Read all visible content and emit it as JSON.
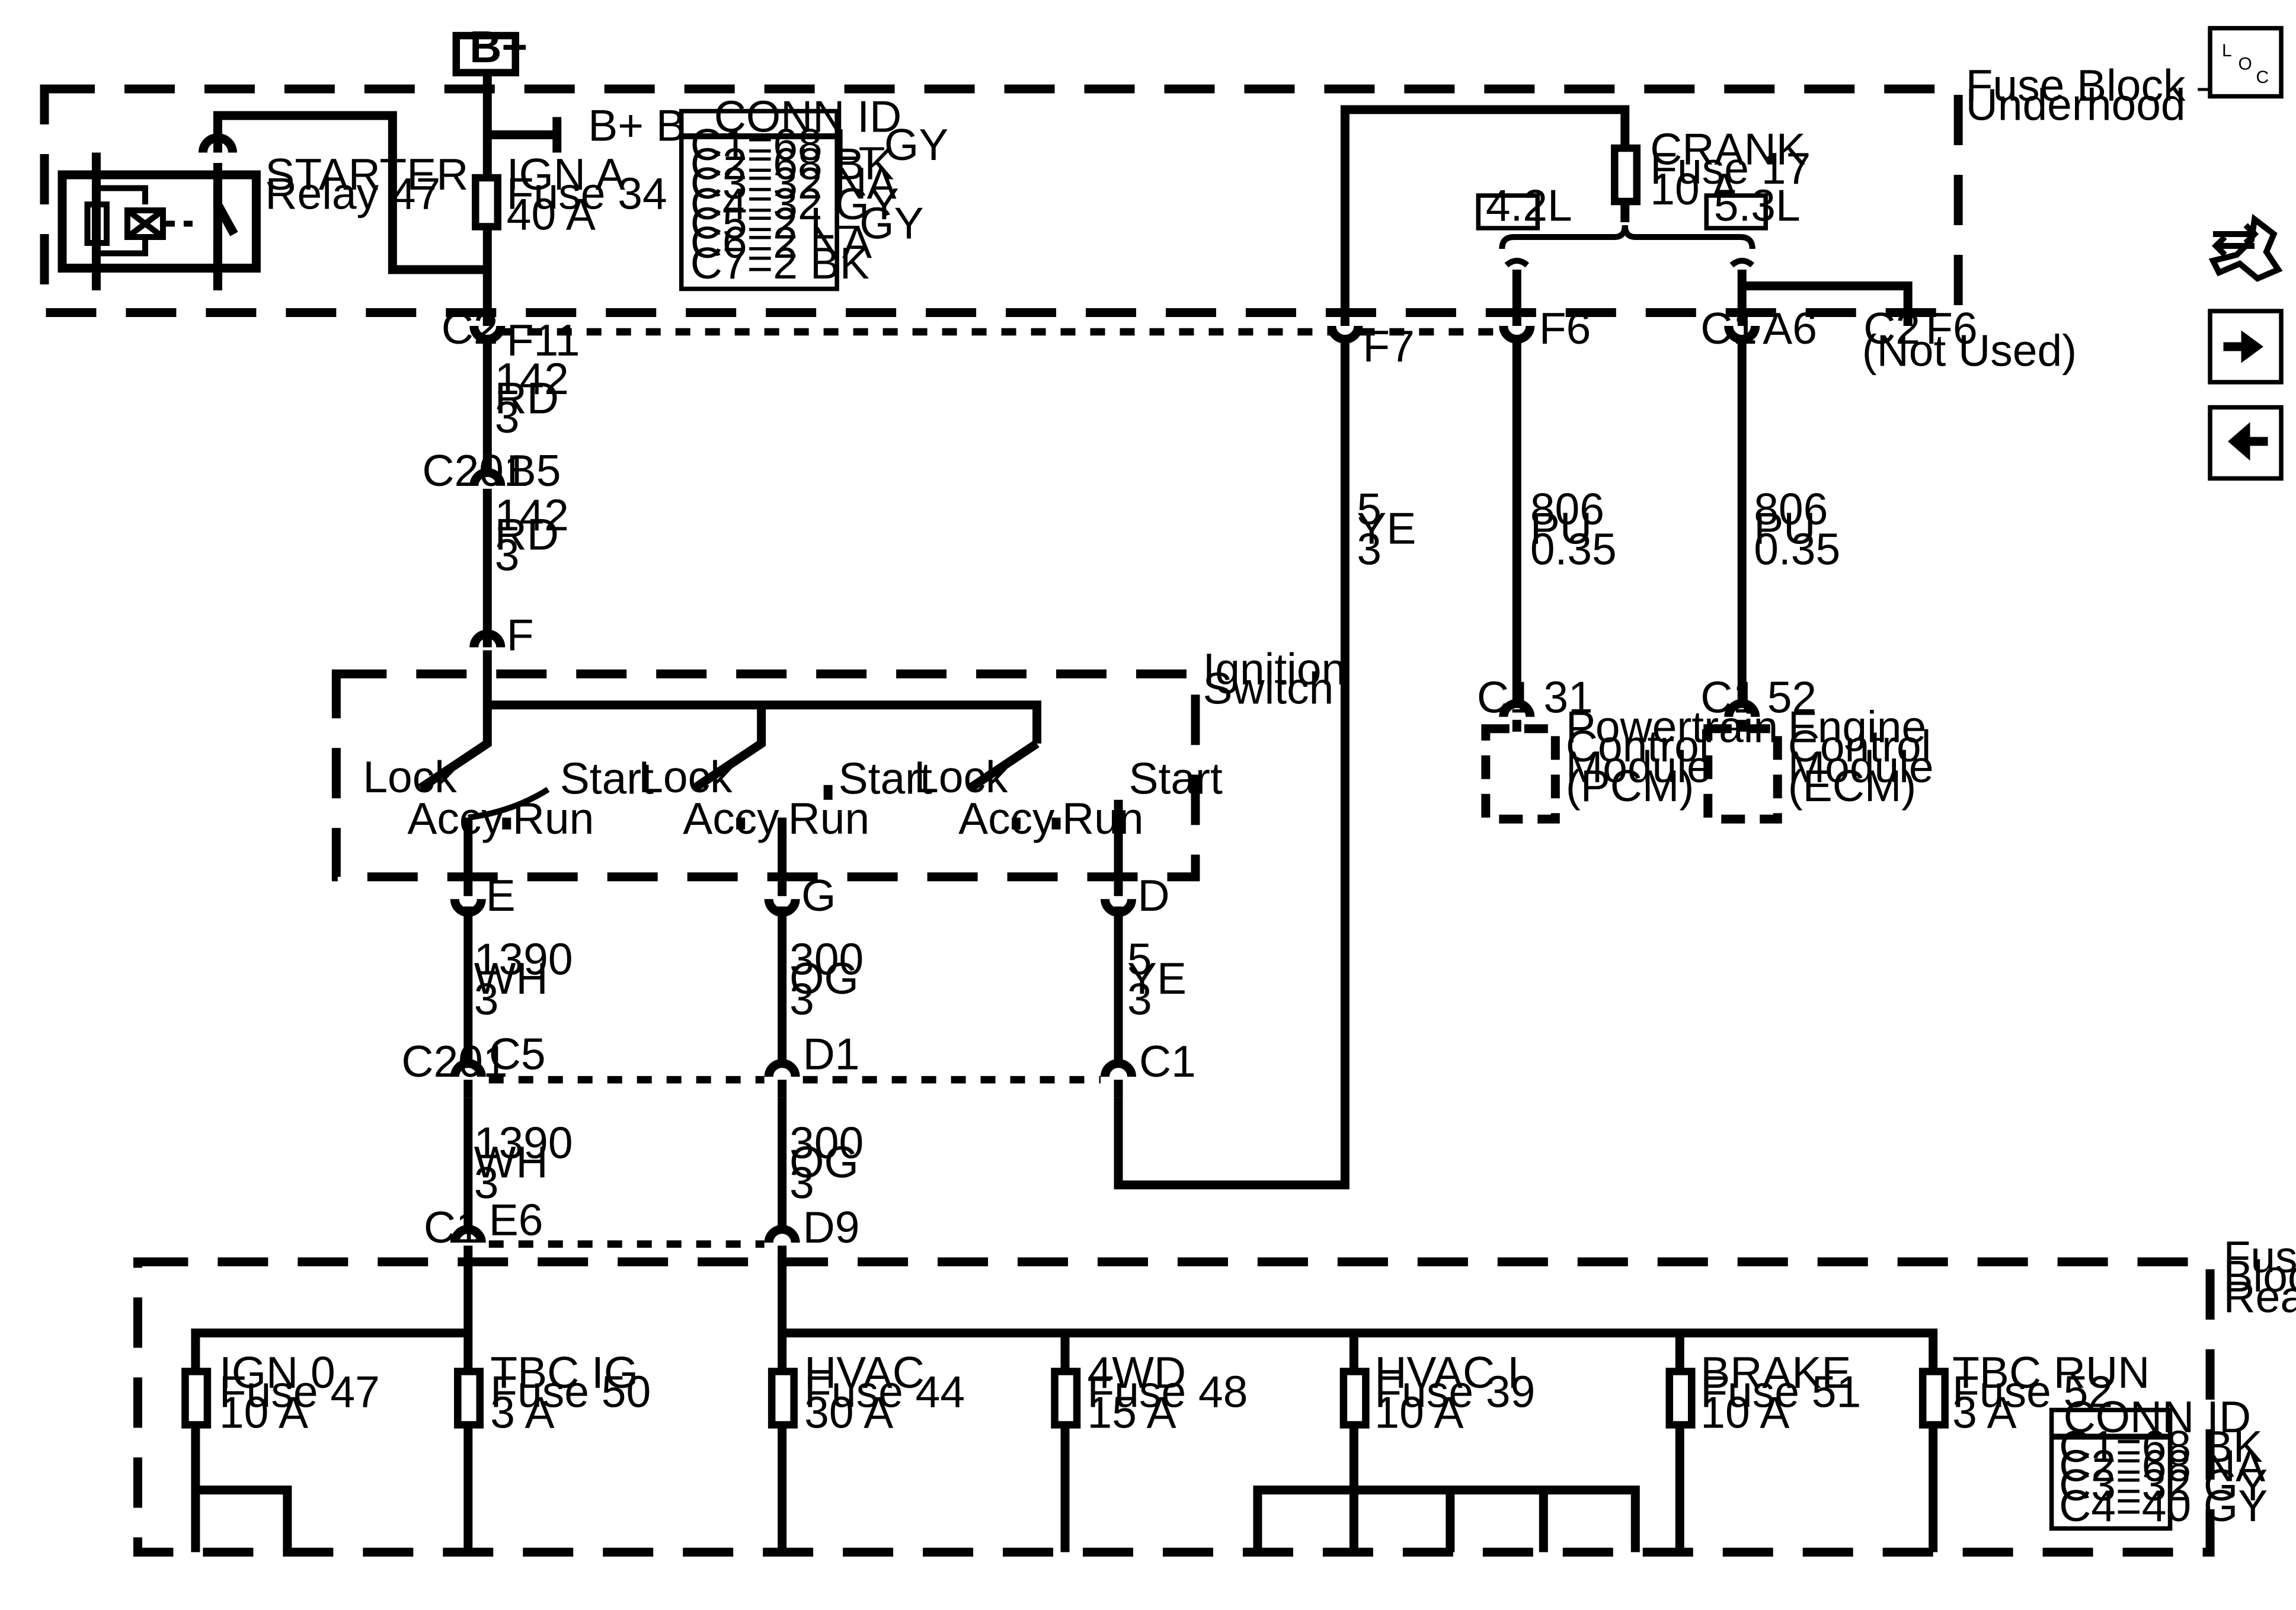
{
  "battery": {
    "label": "B+"
  },
  "bus": {
    "label": "B+ Bus"
  },
  "underhood": {
    "title": [
      "Fuse Block –",
      "Underhood"
    ],
    "relay": [
      "STARTER",
      "Relay 47"
    ],
    "fuse_ign_a": [
      "IGN A",
      "Fuse 34",
      "40 A"
    ],
    "fuse_crank": [
      "CRANK",
      "Fuse 17",
      "10 A"
    ],
    "conn_id": {
      "title": "CONN ID",
      "rows": [
        "C1=68 L–GY",
        "C2=68 BK",
        "C3=32 NA",
        "C4=32 GY",
        "C5=2 L–GY",
        "C6=2 NA",
        "C7=2 BK"
      ]
    },
    "tags": {
      "v42": "4.2L",
      "v53": "5.3L"
    }
  },
  "connectors": {
    "c2": "C2",
    "f11": "F11",
    "f7": "F7",
    "f6a": "F6",
    "c1a": "C1",
    "a6": "A6",
    "c2nu": "C2",
    "f6b": "F6",
    "not_used": "(Not Used)",
    "c201a": "C201",
    "b5": "B5",
    "f": "F",
    "e": "E",
    "g": "G",
    "d": "D",
    "c201b": "C201",
    "c5": "C5",
    "d1": "D1",
    "c1b": "C1",
    "c1c": "C1",
    "e6": "E6",
    "d9": "D9",
    "pcm_c1": "C1",
    "pcm_pin": "31",
    "ecm_c1": "C1",
    "ecm_pin": "52"
  },
  "wires": {
    "w142a": [
      "142",
      "RD",
      "3"
    ],
    "w142b": [
      "142",
      "RD",
      "3"
    ],
    "w5": [
      "5",
      "YE",
      "3"
    ],
    "w806a": [
      "806",
      "PU",
      "0.35"
    ],
    "w806b": [
      "806",
      "PU",
      "0.35"
    ],
    "w1390a": [
      "1390",
      "WH",
      "3"
    ],
    "w300a": [
      "300",
      "OG",
      "3"
    ],
    "w5b": [
      "5",
      "YE",
      "3"
    ],
    "w1390b": [
      "1390",
      "WH",
      "3"
    ],
    "w300b": [
      "300",
      "OG",
      "3"
    ]
  },
  "ignition": {
    "title": [
      "Ignition",
      "Switch"
    ],
    "lock": "Lock",
    "start": "Start",
    "accy": "Accy",
    "run": "Run"
  },
  "modules": {
    "pcm": [
      "Powertrain",
      "Control",
      "Module",
      "(PCM)"
    ],
    "ecm": [
      "Engine",
      "Control",
      "Module",
      "(ECM)"
    ]
  },
  "rear": {
    "title": [
      "Fuse",
      "Block –",
      "Rear"
    ],
    "fuses": [
      [
        "IGN 0",
        "Fuse 47",
        "10 A"
      ],
      [
        "TBC IG",
        "Fuse 50",
        "3 A"
      ],
      [
        "HVAC",
        "Fuse 44",
        "30 A"
      ],
      [
        "4WD",
        "Fuse 48",
        "15 A"
      ],
      [
        "HVAC I",
        "Fuse 39",
        "10 A"
      ],
      [
        "BRAKE",
        "Fuse 51",
        "10 A"
      ],
      [
        "TBC RUN",
        "Fuse 52",
        "3 A"
      ]
    ],
    "conn_id": {
      "title": "CONN ID",
      "rows": [
        "C1=68 BK",
        "C2=68 NA",
        "C3=32 GY",
        "C4=40 GY"
      ]
    }
  },
  "nav": {
    "loc": [
      "L",
      "O",
      "C"
    ]
  }
}
